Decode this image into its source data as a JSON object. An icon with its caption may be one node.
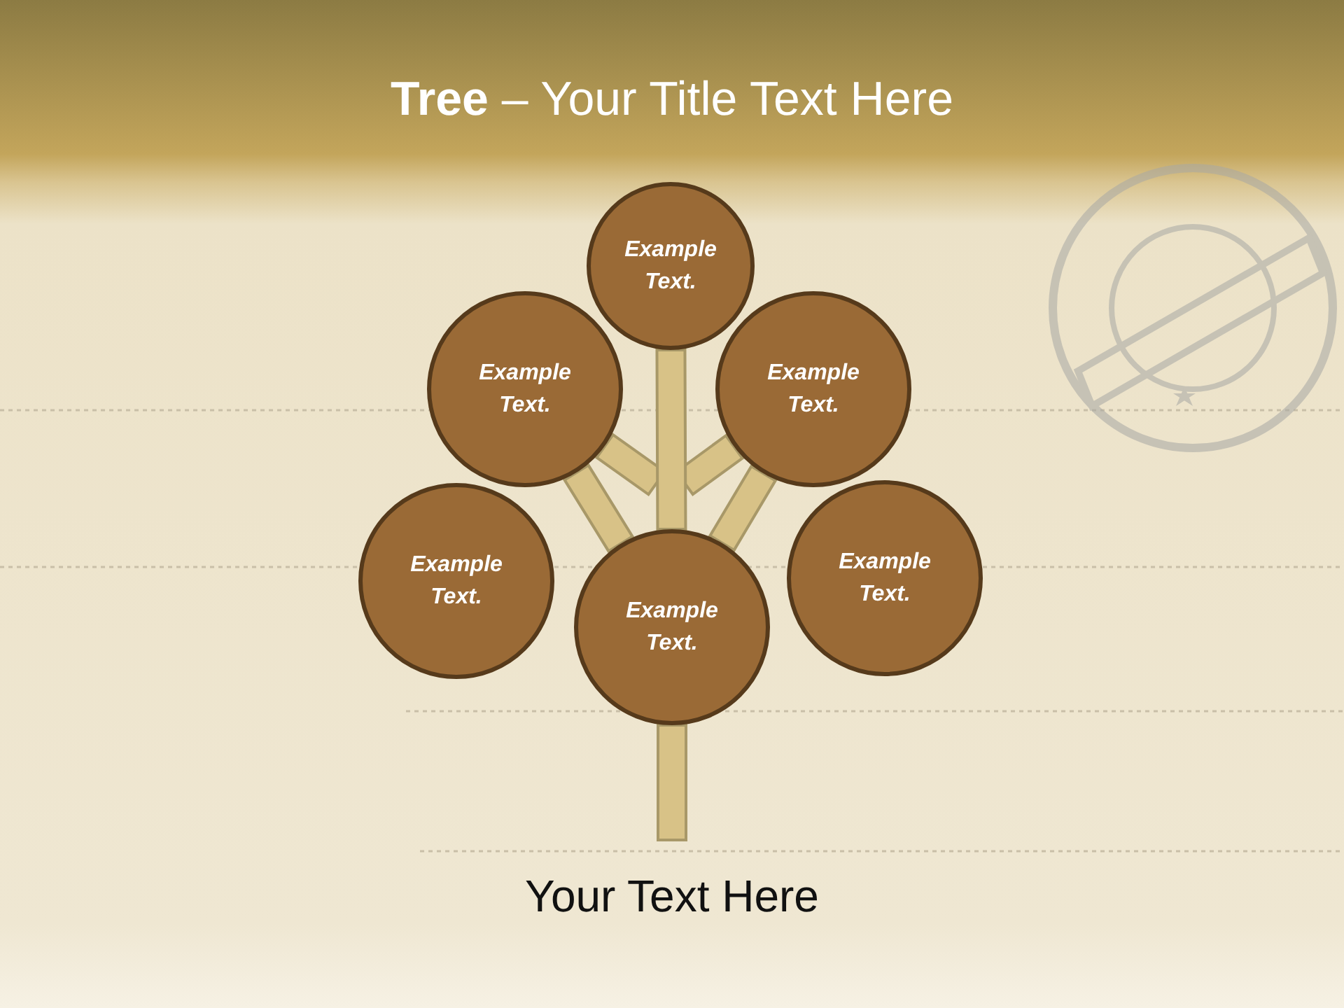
{
  "diagram": {
    "title": "**Tree** – Your Title Text Here",
    "nodes": [
      {
        "text": [
          "Example Text."
        ]
      },
      {
        "text": [
          "Example Text."
        ]
      },
      {
        "text": [
          "Example Text."
        ]
      },
      {
        "text": [
          "Example Text."
        ]
      },
      {
        "text": [
          "Example Text."
        ]
      },
      {
        "text": [
          "Example Text."
        ]
      }
    ],
    "edges": [
      {
        "from": 4,
        "to": 0,
        "arrow": "none"
      },
      {
        "from": 4,
        "to": 1,
        "arrow": "none"
      },
      {
        "from": 4,
        "to": 2,
        "arrow": "none"
      },
      {
        "from": 4,
        "to": null,
        "arrow": "none"
      }
    ],
    "labels": [
      "Your Text Here"
    ]
  }
}
